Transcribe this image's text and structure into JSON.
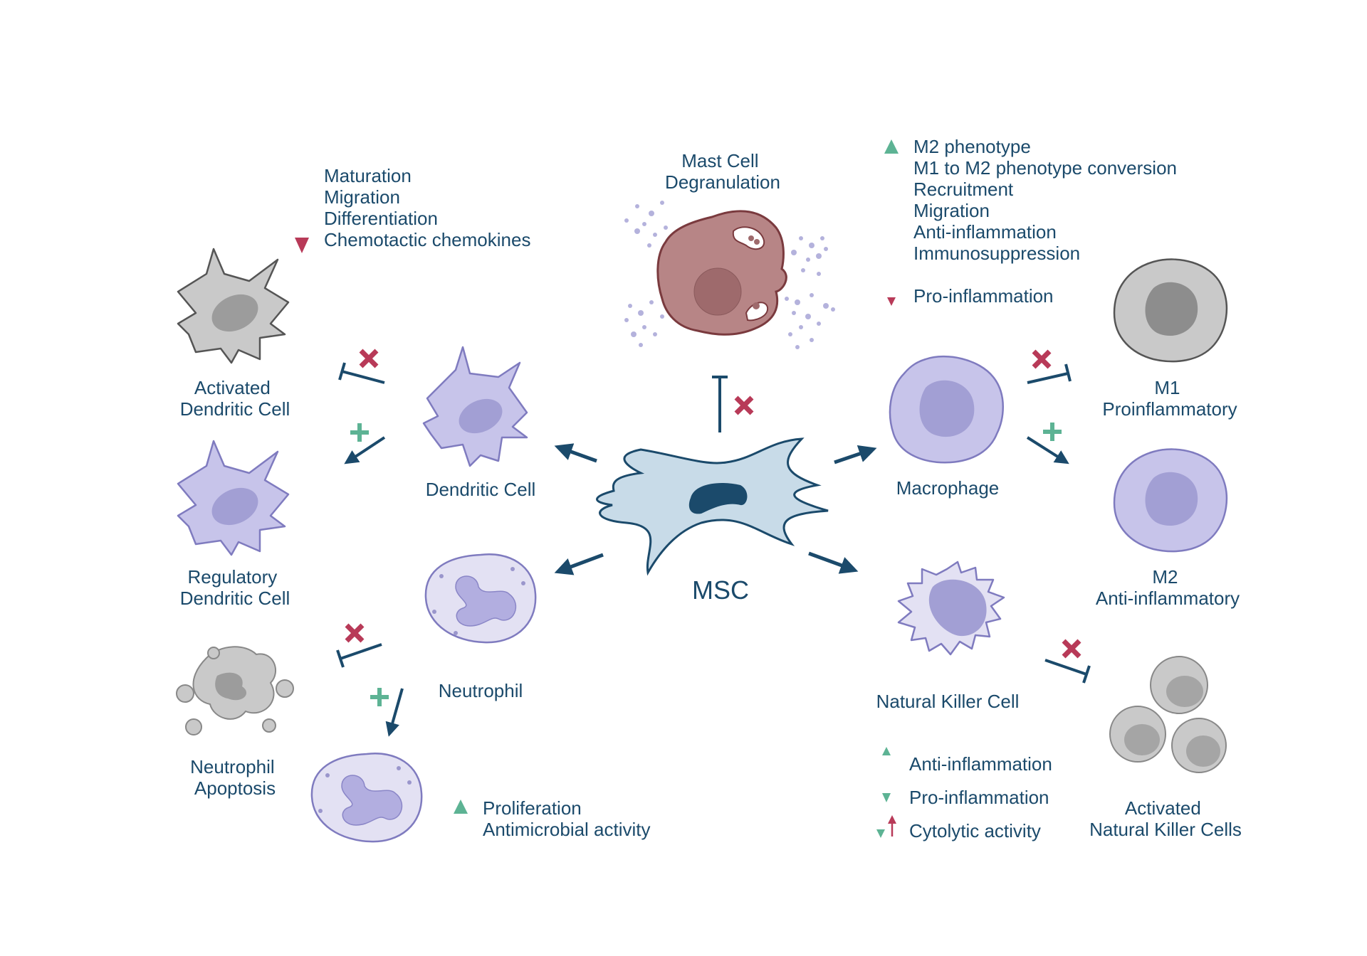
{
  "title": "MSC immunomodulation of innate immune cells",
  "colors": {
    "text": "#1b4a6b",
    "arrow": "#1b4a6b",
    "up_green": "#5db394",
    "down_red": "#b83a58",
    "plus_green": "#5db394",
    "cross_red": "#b83a58",
    "msc_fill": "#c8dbe8",
    "msc_nucleus": "#1b4a6b",
    "purple_cell": "#c7c4ea",
    "purple_nucleus": "#a29fd4",
    "gray_cell": "#c9c9c9",
    "gray_nucleus": "#9c9c9c",
    "mast_cell": "#b78586",
    "mast_outline": "#7a3a3e"
  },
  "center": {
    "label": "MSC"
  },
  "mast_cell": {
    "label_lines": [
      "Mast Cell",
      "Degranulation"
    ],
    "effect": "inhibit"
  },
  "dendritic": {
    "label": "Dendritic Cell",
    "effects_down": [
      "Maturation",
      "Migration",
      "Differentiation",
      "Chemotactic chemokines"
    ],
    "outcomes": [
      {
        "label_lines": [
          "Activated",
          "Dendritic Cell"
        ],
        "effect": "inhibit"
      },
      {
        "label_lines": [
          "Regulatory",
          "Dendritic Cell"
        ],
        "effect": "promote"
      }
    ]
  },
  "neutrophil": {
    "label": "Neutrophil",
    "outcomes": [
      {
        "label_lines": [
          "Neutrophil",
          "Apoptosis"
        ],
        "effect": "inhibit"
      },
      {
        "label_lines": [],
        "effect": "promote"
      }
    ],
    "effects_up": [
      "Proliferation",
      "Antimicrobial activity"
    ]
  },
  "macrophage": {
    "label": "Macrophage",
    "effects_up": [
      "M2 phenotype",
      "M1 to M2 phenotype conversion",
      "Recruitment",
      "Migration",
      "Anti-inflammation",
      "Immunosuppression"
    ],
    "effects_down": [
      "Pro-inflammation"
    ],
    "outcomes": [
      {
        "label_lines": [
          "M1",
          "Proinflammatory"
        ],
        "effect": "inhibit"
      },
      {
        "label_lines": [
          "M2",
          "Anti-inflammatory"
        ],
        "effect": "promote"
      }
    ]
  },
  "nk": {
    "label": "Natural Killer Cell",
    "effects": [
      {
        "direction": "up",
        "text": "Anti-inflammation"
      },
      {
        "direction": "down",
        "text": "Pro-inflammation"
      },
      {
        "direction": "down-up",
        "text": "Cytolytic activity"
      }
    ],
    "outcomes": [
      {
        "label_lines": [
          "Activated",
          "Natural Killer Cells"
        ],
        "effect": "inhibit"
      }
    ]
  }
}
